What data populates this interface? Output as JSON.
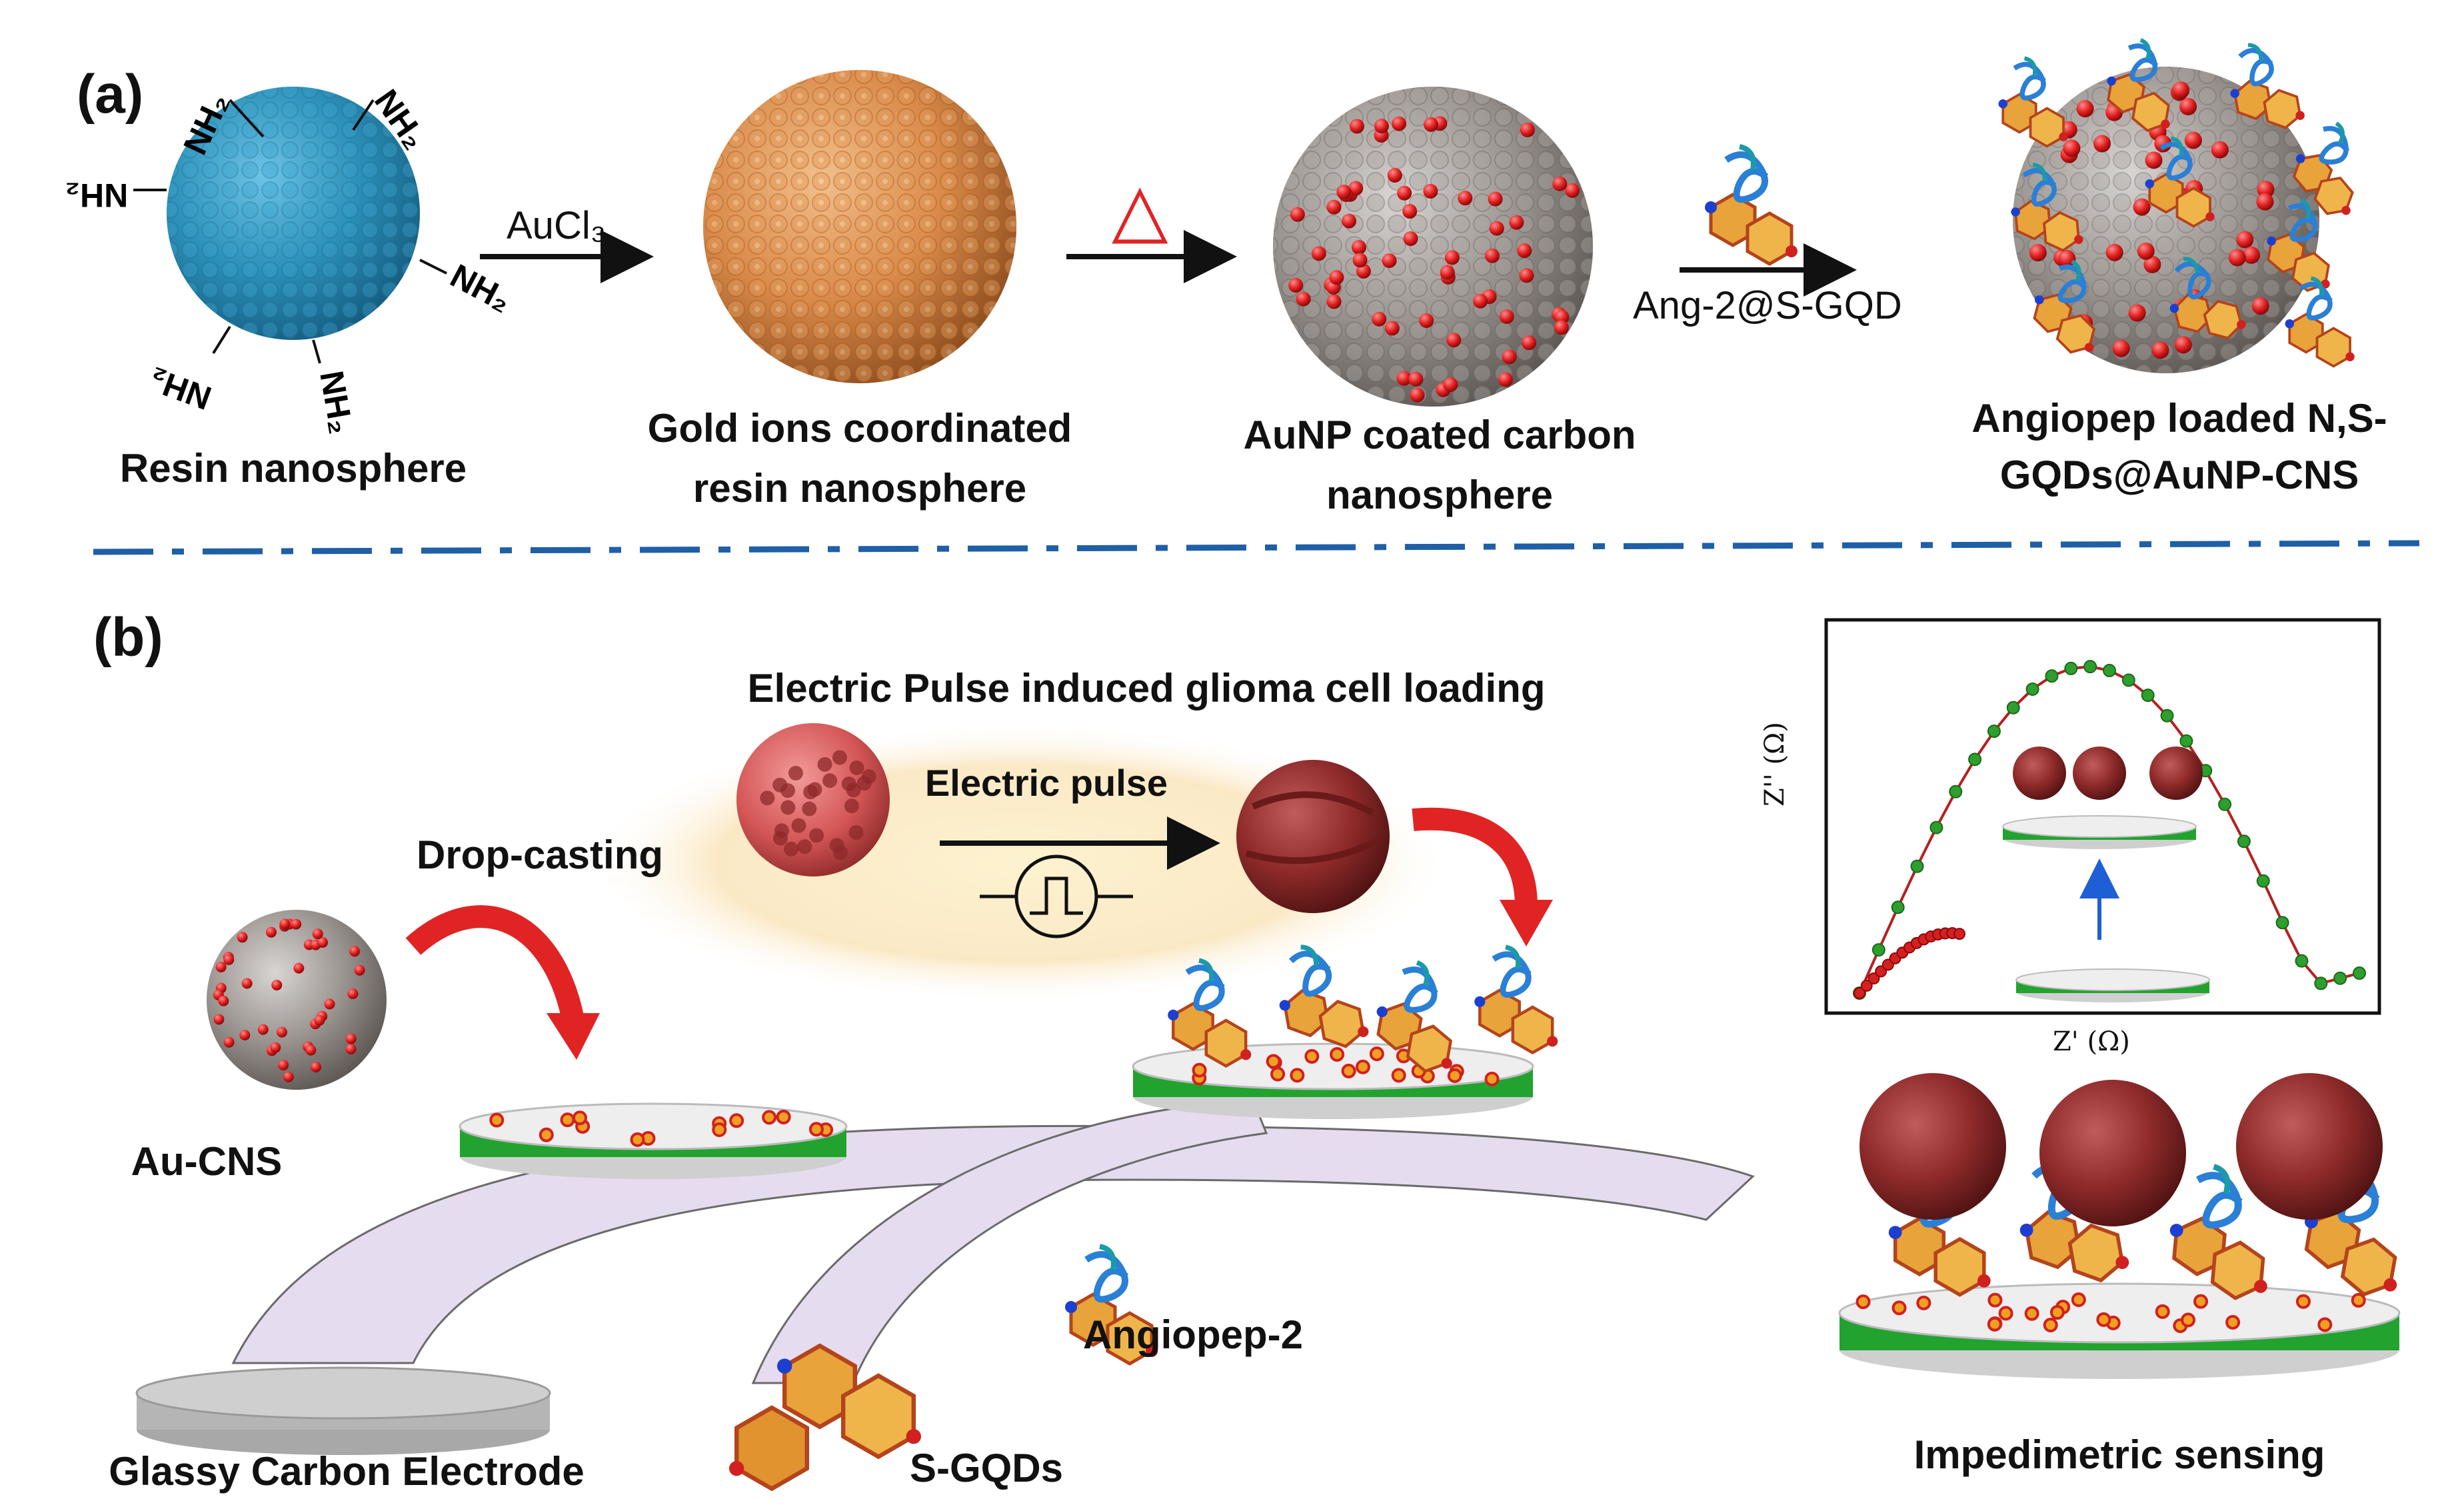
{
  "panel_a": {
    "letter": "(a)",
    "resin": {
      "label": "Resin nanosphere",
      "group": "NH₂"
    },
    "step1_reagent": "AuCl₃",
    "gold_ions": {
      "label_line1": "Gold ions coordinated",
      "label_line2": "resin nanosphere"
    },
    "step2_symbol": "△",
    "aunp_carbon": {
      "label_line1": "AuNP coated carbon",
      "label_line2": "nanosphere"
    },
    "step3_reagent": "Ang-2@S-GQD",
    "product": {
      "label_line1": "Angiopep loaded N,S-",
      "label_line2": "GQDs@AuNP-CNS"
    }
  },
  "panel_b": {
    "letter": "(b)",
    "title": "Electric Pulse induced glioma cell loading",
    "pulse_label": "Electric pulse",
    "drop_casting": "Drop-casting",
    "au_cns": "Au-CNS",
    "angiopep": "Angiopep-2",
    "sgqds": "S-GQDs",
    "gce": "Glassy Carbon Electrode",
    "sensing": "Impedimetric sensing",
    "plot": {
      "xlabel": "Z' (Ω)",
      "ylabel": "Z'' (Ω)"
    }
  },
  "colors": {
    "resin": "#2b8fb8",
    "gold_resin": "#d98a4a",
    "carbon": "#9a9490",
    "aunp": "#e01e1e",
    "cell": "#8e2a2a",
    "electrode_green": "#1f9e2c",
    "flow_arrow": "#e6dcef",
    "divider": "#1f5fa6",
    "curve_green": "#2e9e2e",
    "curve_red": "#d62020"
  }
}
